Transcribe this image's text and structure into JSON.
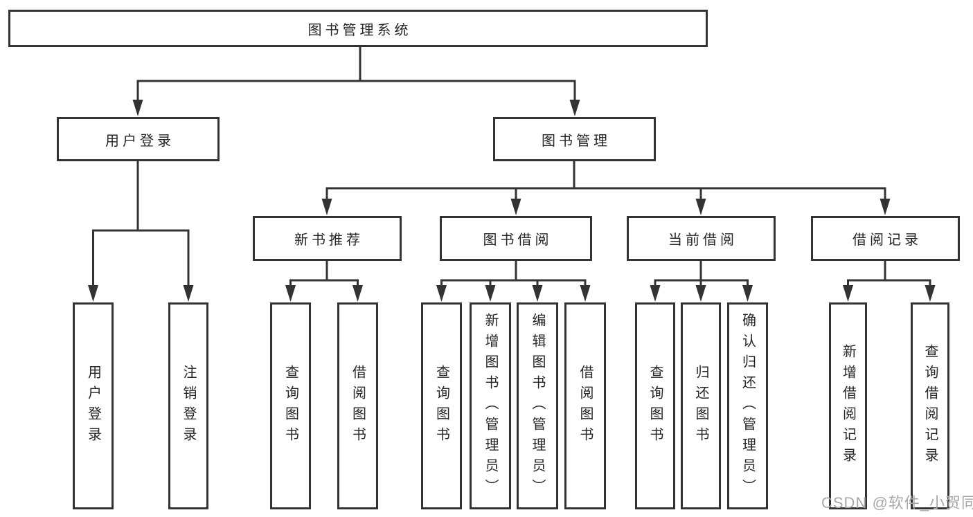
{
  "tree": {
    "label": "图书管理系统",
    "children": [
      {
        "label": "用户登录",
        "children": [
          {
            "label": "用户登录"
          },
          {
            "label": "注销登录"
          }
        ]
      },
      {
        "label": "图书管理",
        "children": [
          {
            "label": "新书推荐",
            "children": [
              {
                "label": "查询图书"
              },
              {
                "label": "借阅图书"
              }
            ]
          },
          {
            "label": "图书借阅",
            "children": [
              {
                "label": "查询图书"
              },
              {
                "label": "新增图书（管理员）"
              },
              {
                "label": "编辑图书（管理员）"
              },
              {
                "label": "借阅图书"
              }
            ]
          },
          {
            "label": "当前借阅",
            "children": [
              {
                "label": "查询图书"
              },
              {
                "label": "归还图书"
              },
              {
                "label": "确认归还（管理员）"
              }
            ]
          },
          {
            "label": "借阅记录",
            "children": [
              {
                "label": "新增借阅记录"
              },
              {
                "label": "查询借阅记录"
              }
            ]
          }
        ]
      }
    ]
  },
  "watermark": {
    "text": "CSDN @软件_小贺同学"
  },
  "colors": {
    "line": "#333333",
    "text": "#262626",
    "background": "#ffffff",
    "watermark": "#a8a8a8"
  }
}
